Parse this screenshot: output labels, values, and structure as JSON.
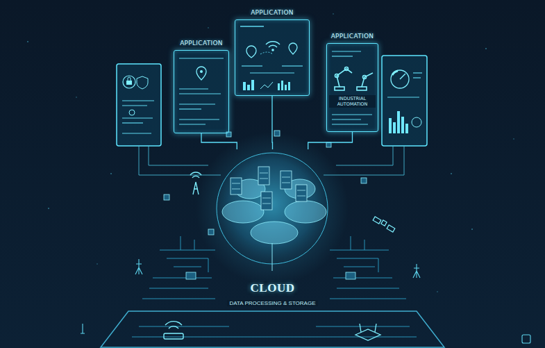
{
  "diagram": {
    "nodes": [
      {
        "text": [
          "APPLICATION"
        ]
      },
      {
        "text": [
          "APPLICATION"
        ]
      },
      {
        "text": [
          "APPLICATION",
          "INDUSTRIAL AUTOMATION"
        ]
      },
      {
        "text": [
          "CLOUD",
          "DATA PROCESSING & STORAGE"
        ]
      }
    ],
    "edges": [
      {
        "from": 0,
        "to": 3,
        "arrow": "none"
      },
      {
        "from": 1,
        "to": 3,
        "arrow": "none"
      },
      {
        "from": 2,
        "to": 3,
        "arrow": "none"
      }
    ]
  }
}
